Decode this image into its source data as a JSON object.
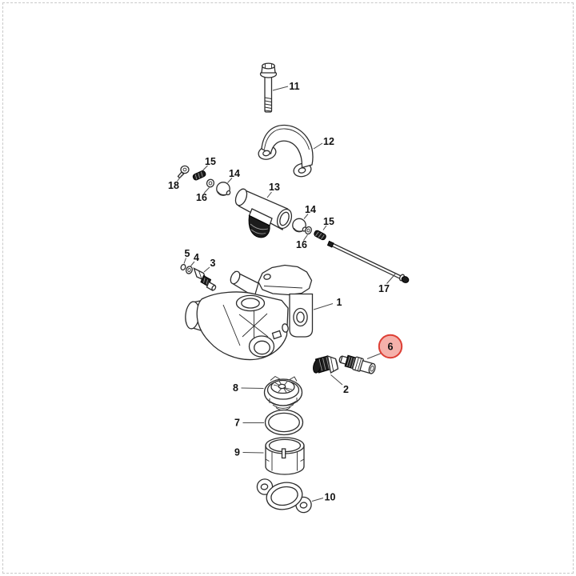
{
  "page": {
    "background_color": "#ffffff",
    "border": "light gray dashed frame"
  },
  "diagram": {
    "type": "exploded-parts-diagram",
    "subject": "thermostat housing assembly exploded view",
    "line_color": "#2d2d2d",
    "label_color": "#111111",
    "highlight": {
      "highlighted_part": "6",
      "circle_fill": "#f5b1ab",
      "circle_stroke": "#dd3f35",
      "text_color": "#7a241e"
    },
    "callouts": {
      "c1": {
        "label": "1"
      },
      "c2": {
        "label": "2"
      },
      "c3": {
        "label": "3"
      },
      "c4": {
        "label": "4"
      },
      "c5": {
        "label": "5"
      },
      "c6": {
        "label": "6"
      },
      "c7": {
        "label": "7"
      },
      "c8": {
        "label": "8"
      },
      "c9": {
        "label": "9"
      },
      "c10": {
        "label": "10"
      },
      "c11": {
        "label": "11"
      },
      "c12": {
        "label": "12"
      },
      "c13": {
        "label": "13"
      },
      "c14a": {
        "label": "14"
      },
      "c14b": {
        "label": "14"
      },
      "c15a": {
        "label": "15"
      },
      "c15b": {
        "label": "15"
      },
      "c16a": {
        "label": "16"
      },
      "c16b": {
        "label": "16"
      },
      "c17": {
        "label": "17"
      },
      "c18": {
        "label": "18"
      }
    }
  }
}
